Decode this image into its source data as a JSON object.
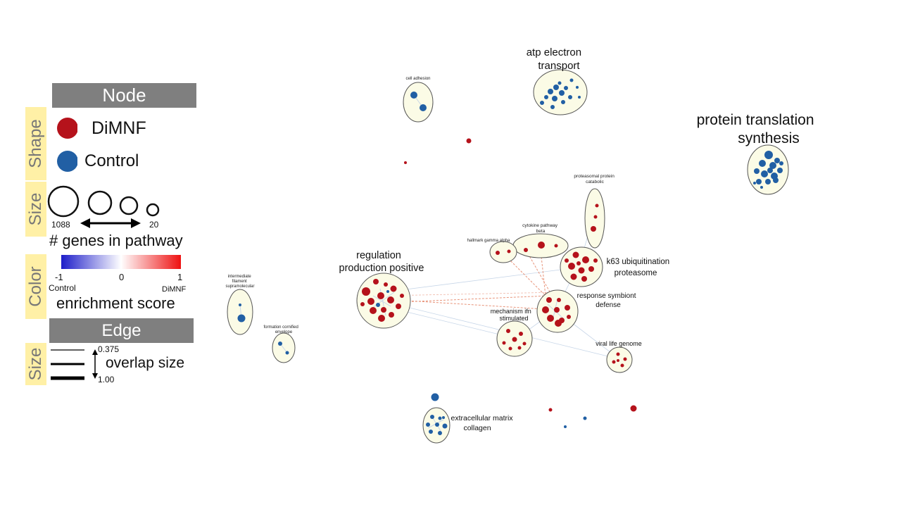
{
  "legend": {
    "node_header": "Node",
    "shape_label": "Shape",
    "shape_items": [
      {
        "label": "DiMNF",
        "color": "#b5121b"
      },
      {
        "label": "Control",
        "color": "#215fa4"
      }
    ],
    "size_label": "Size",
    "size_max": "1088",
    "size_min": "20",
    "size_caption": "# genes in pathway",
    "color_label": "Color",
    "color_min": "-1",
    "color_mid": "0",
    "color_max": "1",
    "color_min_group": "Control",
    "color_max_group": "DiMNF",
    "color_caption": "enrichment score",
    "edge_header": "Edge",
    "edge_size_label": "Size",
    "edge_min": "0.375",
    "edge_max": "1.00",
    "edge_caption": "overlap size"
  },
  "colors": {
    "dimnf": "#b5121b",
    "control": "#215fa4",
    "cluster_fill": "#fbfbe6",
    "cluster_stroke": "#555555"
  },
  "clusters": [
    {
      "id": "atp",
      "label_lines": [
        "atp electron",
        "transport"
      ],
      "group": "control"
    },
    {
      "id": "protein-translation",
      "label_lines": [
        "protein translation",
        "synthesis"
      ],
      "group": "control"
    },
    {
      "id": "cell-adhesion",
      "label_lines": [
        "cell adhesion"
      ],
      "group": "control"
    },
    {
      "id": "proteasomal",
      "label_lines": [
        "proteasomal protein",
        "catabolic"
      ],
      "group": "dimnf"
    },
    {
      "id": "cytokine",
      "label_lines": [
        "cytokine pathway",
        "beta"
      ],
      "group": "dimnf"
    },
    {
      "id": "hallmark-gamma",
      "label_lines": [
        "hallmark gamma alpha"
      ],
      "group": "dimnf"
    },
    {
      "id": "k63",
      "label_lines": [
        "k63 ubiquitination",
        "proteasome"
      ],
      "group": "dimnf"
    },
    {
      "id": "regulation",
      "label_lines": [
        "regulation",
        "production positive"
      ],
      "group": "dimnf"
    },
    {
      "id": "response-symbiont",
      "label_lines": [
        "response symbiont",
        "defense"
      ],
      "group": "dimnf"
    },
    {
      "id": "mechanism-ifn",
      "label_lines": [
        "mechanism ifn",
        "stimulated"
      ],
      "group": "dimnf"
    },
    {
      "id": "viral-life",
      "label_lines": [
        "viral life genome"
      ],
      "group": "dimnf"
    },
    {
      "id": "intermediate-filament",
      "label_lines": [
        "intermediate",
        "filament",
        "supramolecular"
      ],
      "group": "control"
    },
    {
      "id": "formation-cornified",
      "label_lines": [
        "formation cornified",
        "envelope"
      ],
      "group": "control"
    },
    {
      "id": "extracellular-matrix",
      "label_lines": [
        "extracellular matrix",
        "collagen"
      ],
      "group": "control"
    }
  ]
}
